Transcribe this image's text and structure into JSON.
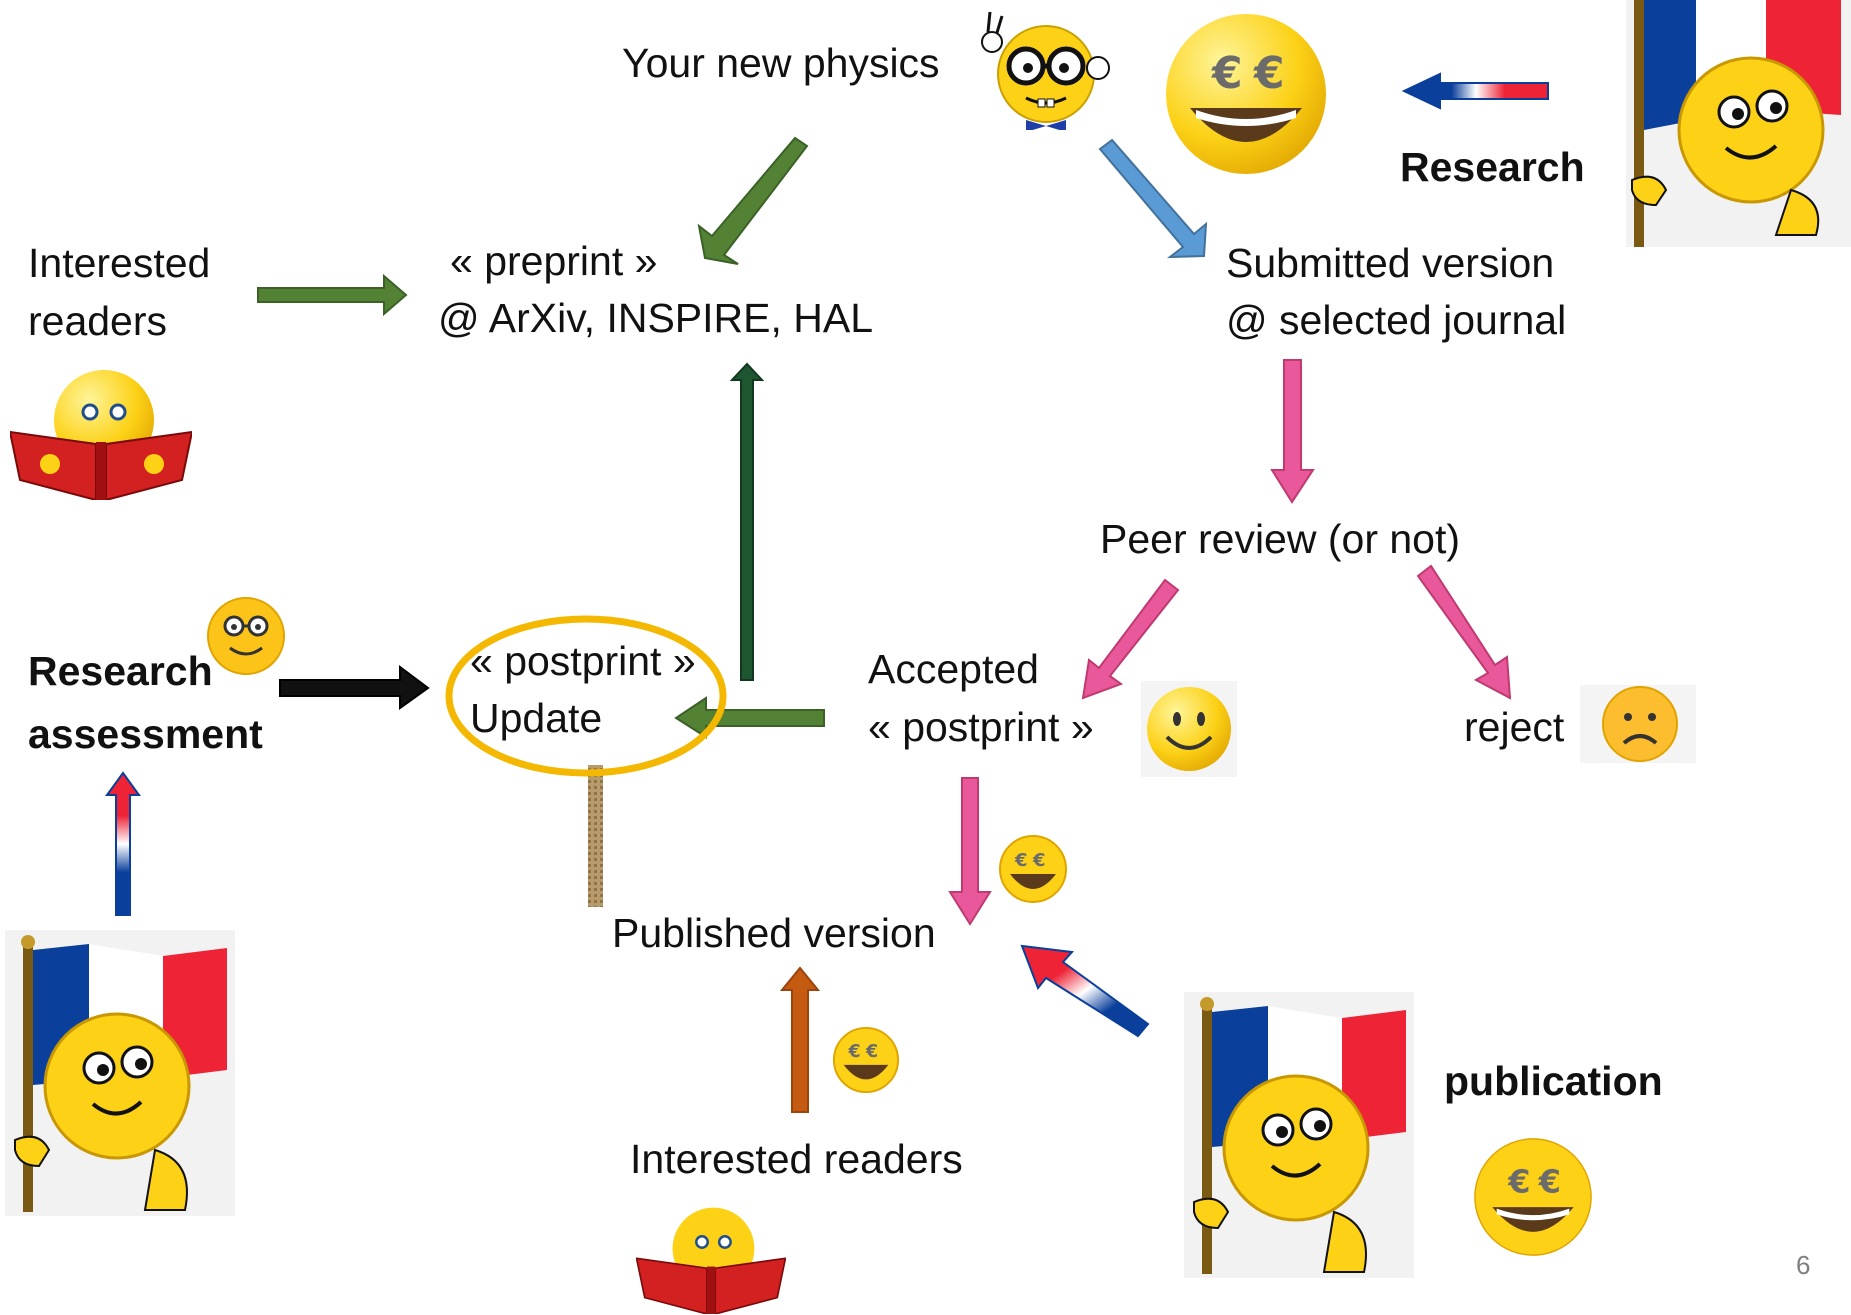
{
  "labels": {
    "new_physics": "Your new physics",
    "research_top": "Research",
    "interested_readers_left_1": "Interested",
    "interested_readers_left_2": "readers",
    "preprint_1": "« preprint »",
    "preprint_2": "@ ArXiv, INSPIRE, HAL",
    "submitted_1": "Submitted version",
    "submitted_2": "@ selected journal",
    "peer_review": "Peer review (or not)",
    "research_assessment_1": "Research",
    "research_assessment_2": "assessment",
    "postprint_1": "« postprint »",
    "postprint_2": "Update",
    "accepted_1": "Accepted",
    "accepted_2": "« postprint »",
    "reject": "reject",
    "published": "Published version",
    "interested_readers_bottom": "Interested readers",
    "publication": "publication",
    "page_number": "6"
  },
  "colors": {
    "green_arrow": "#548235",
    "dark_green_arrow": "#1e5631",
    "blue_arrow": "#5b9bd5",
    "pink_arrow": "#e8589a",
    "orange_arrow": "#c55a11",
    "black_arrow": "#000000",
    "highlight_ellipse": "#f5b800",
    "emoji_yellow": "#fcd116",
    "flag_blue": "#0a3f9c",
    "flag_red": "#ee2436"
  },
  "icons": [
    "nerd-emoji-icon",
    "money-eyes-emoji-icon",
    "reading-emoji-icon",
    "flag-emoji-icon",
    "smile-emoji-icon",
    "sad-emoji-icon",
    "glasses-emoji-icon"
  ]
}
